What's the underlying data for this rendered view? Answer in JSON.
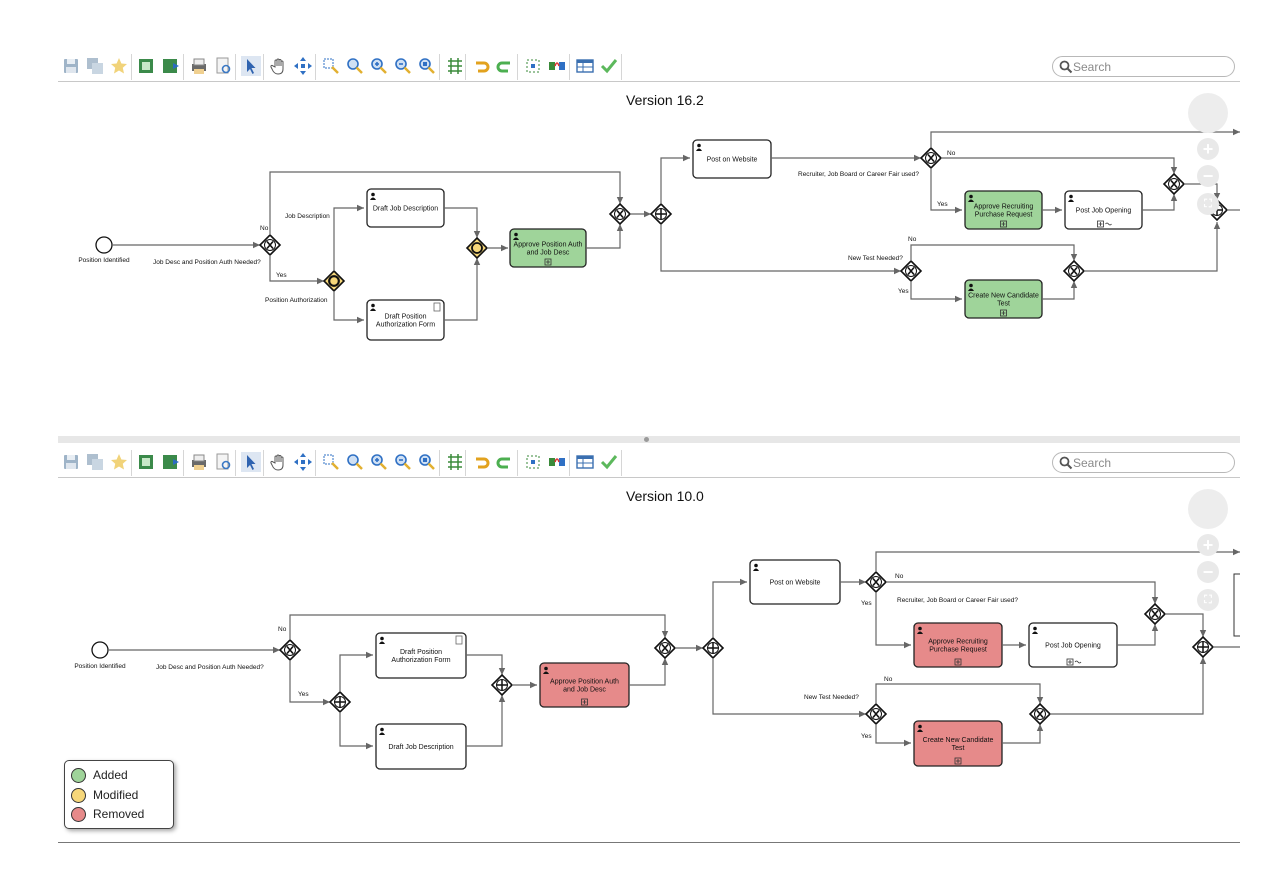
{
  "toolbar": {
    "icons": [
      "save-icon",
      "save-as-icon",
      "star-icon",
      "import-icon",
      "export-icon",
      "print-icon",
      "print-preview-icon",
      "pointer-tool-icon",
      "hand-pan-icon",
      "move-icon",
      "zoom-region-icon",
      "zoom-fit-icon",
      "zoom-in-icon",
      "zoom-out-icon",
      "zoom-actual-icon",
      "layout-icon",
      "undo-icon",
      "redo-icon",
      "select-all-icon",
      "connect-icon",
      "table-icon",
      "validate-icon"
    ]
  },
  "search": {
    "placeholder": "Search"
  },
  "colors": {
    "added": "#9fd49a",
    "modified": "#f6d77a",
    "removed": "#e68a8a",
    "white": "#ffffff",
    "task_border": "#222222",
    "line": "#666666"
  },
  "top": {
    "title": "Version 16.2",
    "start_label": "Position Identified",
    "q_job_desc": "Job Desc and Position Auth Needed?",
    "no1": "No",
    "yes1": "Yes",
    "lbl_job_description": "Job Description",
    "lbl_position_authorization": "Position Authorization",
    "task_draft_job_description": "Draft Job Description",
    "task_draft_position_auth": [
      "Draft Position",
      "Authorization Form"
    ],
    "task_approve": [
      "Approve Position Auth",
      "and Job Desc"
    ],
    "task_post_website": "Post on Website",
    "q_recruiter": "Recruiter, Job Board or Career Fair used?",
    "no2": "No",
    "yes2": "Yes",
    "task_approve_purchase": [
      "Approve Recruiting",
      "Purchase Request"
    ],
    "task_post_job": "Post Job Opening",
    "q_new_test": "New Test Needed?",
    "no3": "No",
    "yes3": "Yes",
    "task_create_test": [
      "Create New Candidate",
      "Test"
    ]
  },
  "bottom": {
    "title": "Version 10.0",
    "start_label": "Position Identified",
    "q_job_desc": "Job Desc and Position Auth Needed?",
    "no1": "No",
    "yes1": "Yes",
    "task_draft_position_auth": [
      "Draft Position",
      "Authorization Form"
    ],
    "task_draft_job_description": "Draft Job Description",
    "task_approve": [
      "Approve Position Auth",
      "and Job Desc"
    ],
    "task_post_website": "Post on Website",
    "q_recruiter": "Recruiter, Job Board or Career Fair used?",
    "no2": "No",
    "yes2": "Yes",
    "task_approve_purchase": [
      "Approve Recruiting",
      "Purchase Request"
    ],
    "task_post_job": "Post Job Opening",
    "q_new_test": "New Test Needed?",
    "no3": "No",
    "yes3": "Yes",
    "task_create_test": [
      "Create New Candidate",
      "Test"
    ]
  },
  "legend": {
    "items": [
      {
        "label": "Added",
        "color": "#9fd49a"
      },
      {
        "label": "Modified",
        "color": "#f6d77a"
      },
      {
        "label": "Removed",
        "color": "#e68a8a"
      }
    ]
  }
}
